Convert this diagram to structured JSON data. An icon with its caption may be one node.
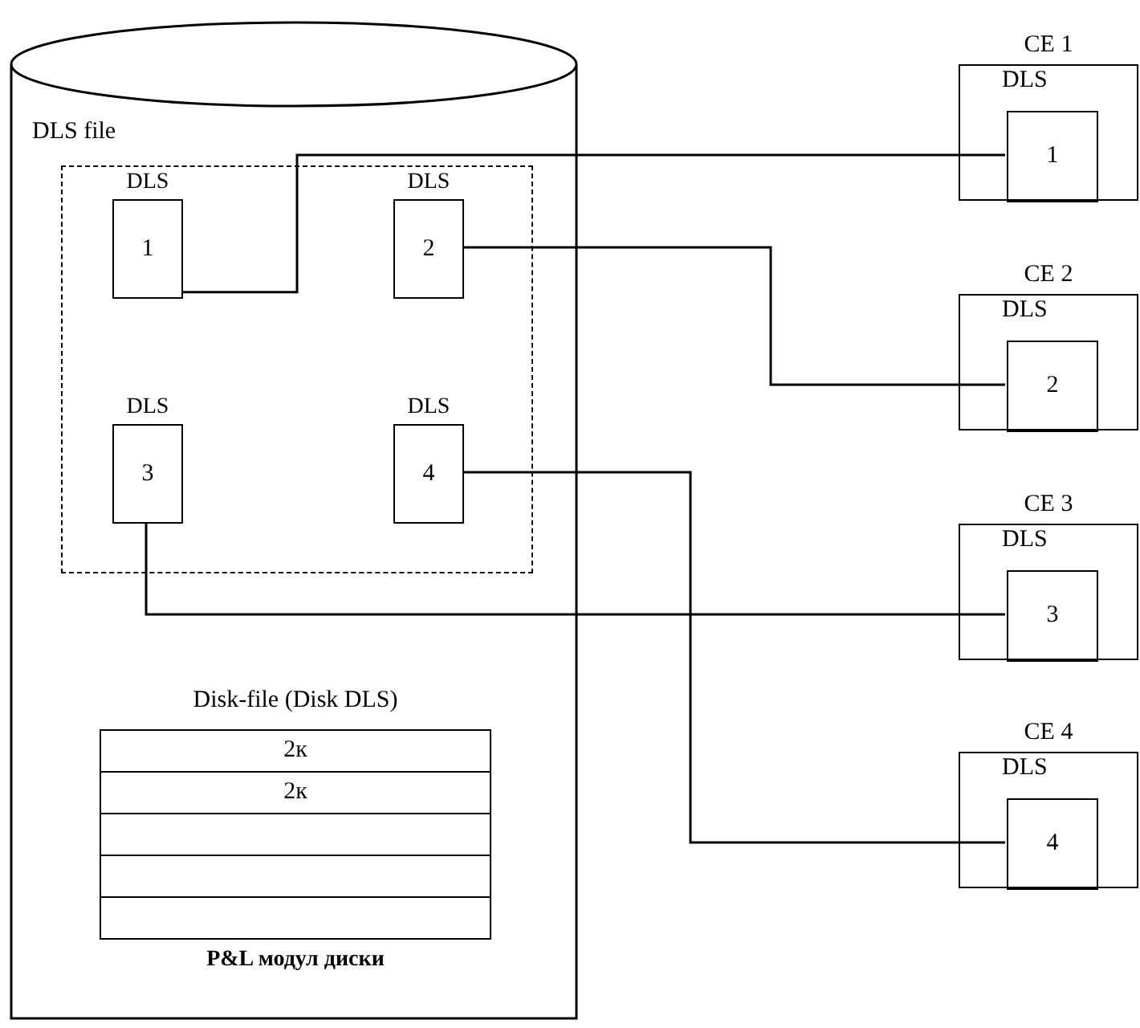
{
  "diagram": {
    "nodes": [
      {
        "text": [],
        "shape": "cylinder"
      },
      {
        "text": [
          "DLS file"
        ],
        "in": 0
      },
      {
        "text": [
          "DLS",
          "1"
        ],
        "in": 1
      },
      {
        "text": [
          "DLS",
          "2"
        ],
        "in": 1
      },
      {
        "text": [
          "DLS",
          "3"
        ],
        "in": 1
      },
      {
        "text": [
          "DLS",
          "4"
        ],
        "in": 1
      },
      {
        "text": [
          "Disk-file (Disk DLS)",
          "P&L модул диски"
        ],
        "in": 0
      },
      {
        "text": [
          "CE 1",
          "DLS"
        ]
      },
      {
        "text": [
          "1"
        ],
        "in": 7
      },
      {
        "text": [
          "CE 2",
          "DLS"
        ]
      },
      {
        "text": [
          "2"
        ],
        "in": 9
      },
      {
        "text": [
          "CE 3",
          "DLS"
        ]
      },
      {
        "text": [
          "3"
        ],
        "in": 11
      },
      {
        "text": [
          "CE 4",
          "DLS"
        ]
      },
      {
        "text": [
          "4"
        ],
        "in": 13
      }
    ],
    "edges": [
      {
        "from": 2,
        "to": 8,
        "arrow": "none"
      },
      {
        "from": 3,
        "to": 10,
        "arrow": "none"
      },
      {
        "from": 4,
        "to": 12,
        "arrow": "none"
      },
      {
        "from": 5,
        "to": 14,
        "arrow": "none"
      }
    ],
    "labels": [
      "2к",
      "2к"
    ]
  }
}
